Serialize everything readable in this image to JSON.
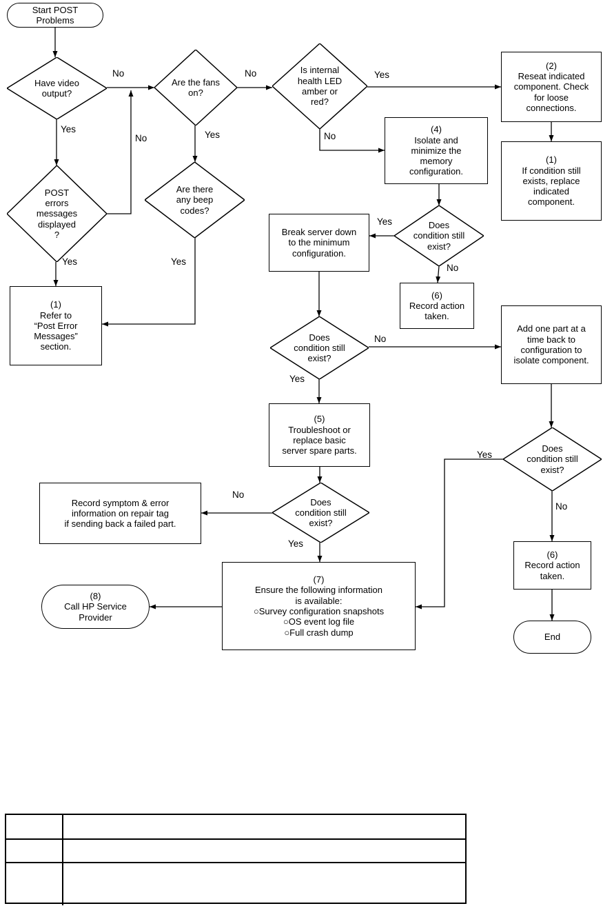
{
  "flowchart": {
    "nodes": {
      "start": "Start POST\nProblems",
      "have_video": "Have video\noutput?",
      "post_errors": "POST\nerrors\nmessages\ndisplayed\n?",
      "refer_post": "(1)\nRefer to\n“Post Error\nMessages”\nsection.",
      "fans_on": "Are the fans\non?",
      "beep_codes": "Are there\nany beep\ncodes?",
      "health_led": "Is internal\nhealth LED\namber or\nred?",
      "reseat_component": "(2)\nReseat indicated\ncomponent. Check\nfor loose\nconnections.",
      "replace_component": "(1)\nIf condition still\nexists, replace\nindicated\ncomponent.",
      "isolate_memory": "(4)\nIsolate and\nminimize the\nmemory\nconfiguration.",
      "cond_after_memory": "Does\ncondition still\nexist?",
      "break_server": "Break server down\nto the minimum\nconfiguration.",
      "record_action_1": "(6)\nRecord action\ntaken.",
      "cond_after_break": "Does\ncondition still\nexist?",
      "add_part": "Add one part at a\ntime back to\nconfiguration to\nisolate component.",
      "troubleshoot": "(5)\nTroubleshoot or\nreplace basic\nserver spare parts.",
      "cond_after_troubleshoot": "Does\ncondition still\nexist?",
      "record_symptom": "Record symptom & error\ninformation on repair tag\nif sending back a failed part.",
      "ensure_info": "(7)\nEnsure the following information\nis available:\n○Survey configuration snapshots\n○OS event log file\n○Full crash dump",
      "call_hp": "(8)\nCall HP Service\nProvider",
      "cond_after_add": "Does\ncondition still\nexist?",
      "record_action_2": "(6)\nRecord action\ntaken.",
      "end": "End"
    },
    "labels": {
      "yes": "Yes",
      "no": "No"
    }
  },
  "table": {
    "cells": [
      [
        "",
        ""
      ],
      [
        "",
        ""
      ],
      [
        "",
        ""
      ]
    ]
  }
}
